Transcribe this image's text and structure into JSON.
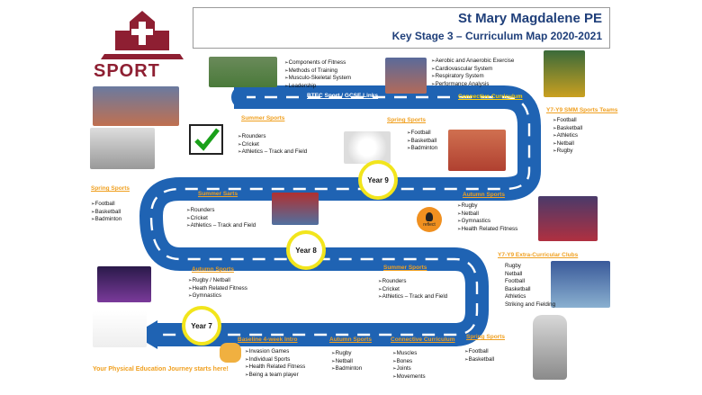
{
  "header": {
    "title": "St Mary Magdalene PE",
    "subtitle": "Key Stage 3 – Curriculum Map 2020-2021"
  },
  "logo": {
    "text": "SPORT"
  },
  "colors": {
    "road": "#1f63b3",
    "label": "#f0a020",
    "title": "#1f3f7a",
    "year_ring": "#f2e51c"
  },
  "top_blocks": {
    "btec": {
      "label": "BTEC Sport / GCSE Links",
      "items": [
        "Components of Fitness",
        "Methods of Training",
        "Musculo-Skeletal System",
        "Leadership"
      ]
    },
    "connective_top": {
      "label": "Connective Curriculum",
      "items": [
        "Aerobic and Anaerobic Exercise",
        "Cardiovascular System",
        "Respiratory System",
        "Performance Analysis"
      ]
    },
    "teams": {
      "label": "Y7-Y9 SMM Sports Teams",
      "items": [
        "Football",
        "Basketball",
        "Athletics",
        "Netball",
        "Rugby"
      ]
    }
  },
  "year9": {
    "label": "Year 9",
    "summer": {
      "label": "Summer Sports",
      "items": [
        "Rounders",
        "Cricket",
        "Athletics – Track and Field"
      ]
    },
    "spring": {
      "label": "Spring Sports",
      "items": [
        "Football",
        "Basketball",
        "Badminton"
      ]
    },
    "autumn": {
      "label": "Autumn Sports",
      "items": [
        "Rugby",
        "Netball",
        "Gymnastics",
        "Health Related Fitness"
      ]
    }
  },
  "year8": {
    "label": "Year 8",
    "spring": {
      "label": "Spring Sports",
      "items": [
        "Football",
        "Basketball",
        "Badminton"
      ]
    },
    "summer": {
      "label": "Summer Sarts",
      "items": [
        "Rounders",
        "Cricket",
        "Athletics – Track and Field"
      ]
    },
    "reflect": "reflect"
  },
  "extra": {
    "label": "Y7-Y9 Extra-Curricular Clubs",
    "items": [
      "Rugby",
      "Netball",
      "Football",
      "Basketball",
      "Athletics",
      "Striking and Fielding"
    ]
  },
  "year7": {
    "label": "Year 7",
    "autumn": {
      "label": "Autumn Sports",
      "items": [
        "Rugby / Netball",
        "Heath Related Fitness",
        "Gymnastics"
      ]
    },
    "summer": {
      "label": "Summer Sports",
      "items": [
        "Rounders",
        "Cricket",
        "Athletics – Track and Field"
      ]
    },
    "baseline": {
      "label": "Baseline 4-week Intro",
      "items": [
        "Invasion Games",
        "Individual Sports",
        "Health Related Fitness",
        "Being a team player"
      ]
    },
    "autumn2": {
      "label": "Autumn Sports",
      "items": [
        "Rugby",
        "Netball",
        "Badminton"
      ]
    },
    "connective": {
      "label": "Connective Curriculum",
      "items": [
        "Muscles",
        "Bones",
        "Joints",
        "Movements"
      ]
    },
    "spring": {
      "label": "Spring Sports",
      "items": [
        "Football",
        "Basketball"
      ]
    }
  },
  "journey": "Your Physical Education Journey starts here!"
}
